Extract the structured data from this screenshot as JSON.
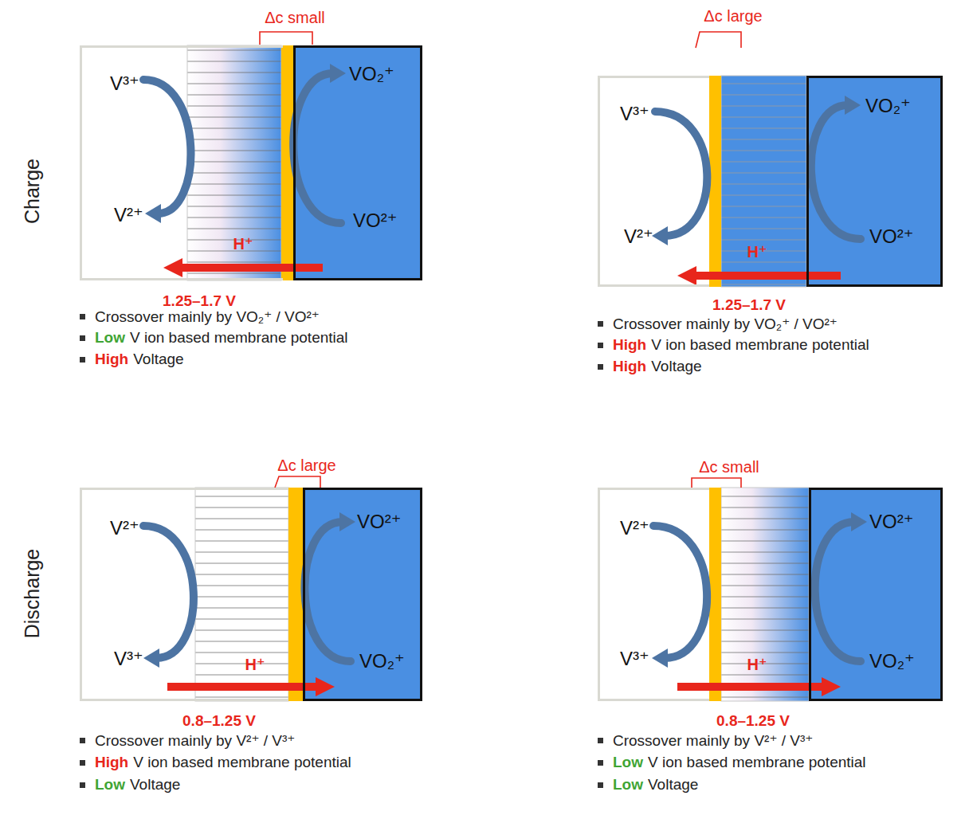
{
  "diagram": {
    "nodes": [
      {
        "text": [
          "V³⁺",
          "V²⁺"
        ]
      },
      {
        "text": [
          "VO₂⁺",
          "VO²⁺"
        ]
      },
      {
        "text": [
          "V³⁺",
          "V²⁺"
        ]
      },
      {
        "text": [
          "VO₂⁺",
          "VO²⁺"
        ]
      },
      {
        "text": [
          "V²⁺",
          "V³⁺"
        ]
      },
      {
        "text": [
          "VO²⁺",
          "VO₂⁺"
        ]
      },
      {
        "text": [
          "V²⁺",
          "V³⁺"
        ]
      },
      {
        "text": [
          "VO²⁺",
          "VO₂⁺"
        ]
      }
    ],
    "labels": [
      "Charge",
      "Discharge",
      "Δc small",
      "H⁺",
      "1.25–1.7 V",
      "Crossover mainly by VO₂⁺ / VO²⁺",
      "Low",
      "V ion based membrane potential",
      "High",
      "Voltage",
      "Δc large",
      "H⁺",
      "1.25–1.7 V",
      "Crossover mainly by VO₂⁺ / VO²⁺",
      "High",
      "V ion based membrane potential",
      "High",
      "Voltage",
      "Δc large",
      "H⁺",
      "0.8–1.25 V",
      "Crossover mainly by V²⁺ / V³⁺",
      "High",
      "V ion based membrane potential",
      "Low",
      "Voltage",
      "Δc small",
      "H⁺",
      "0.8–1.25 V",
      "Crossover mainly by V²⁺ / V³⁺",
      "Low",
      "V ion based membrane potential",
      "Low",
      "Voltage"
    ]
  }
}
